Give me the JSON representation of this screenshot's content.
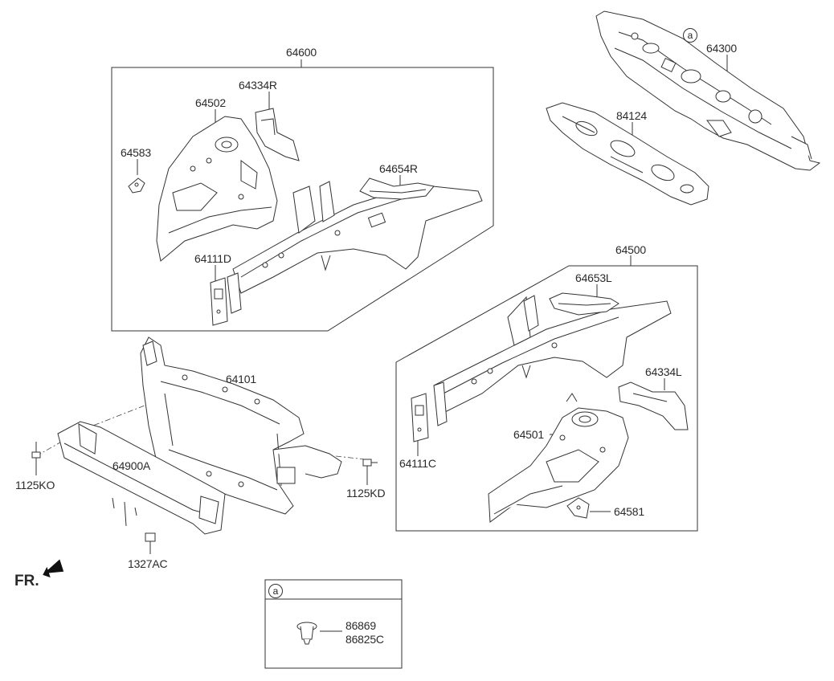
{
  "labels": {
    "group_front": "64600",
    "group_rear": "64500",
    "p64334R": "64334R",
    "p64502": "64502",
    "p64583": "64583",
    "p64654R": "64654R",
    "p64111D": "64111D",
    "p64300": "64300",
    "p84124": "84124",
    "p64653L": "64653L",
    "p64334L": "64334L",
    "p64501": "64501",
    "p64111C": "64111C",
    "p64581": "64581",
    "p64101": "64101",
    "p64900A": "64900A",
    "p1125KO": "1125KO",
    "p1125KD": "1125KD",
    "p1327AC": "1327AC",
    "fr": "FR.",
    "detail_a_marker": "a",
    "callout_a_marker": "a",
    "p86869": "86869",
    "p86825C": "86825C"
  }
}
